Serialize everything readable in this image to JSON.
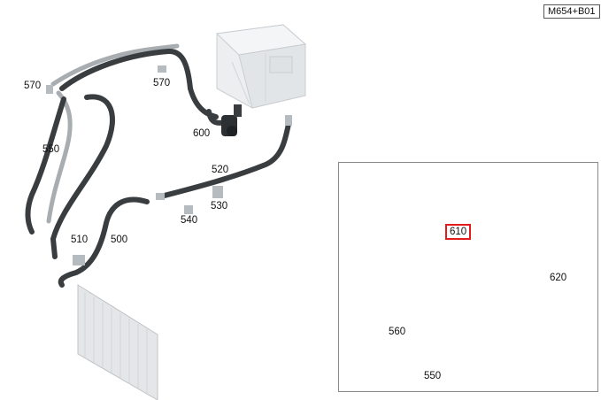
{
  "diagram": {
    "reference_code": "M654+B01",
    "main_labels": {
      "p570_left": "570",
      "p570_top": "570",
      "p550": "550",
      "p600": "600",
      "p520": "520",
      "p540": "540",
      "p530": "530",
      "p510": "510",
      "p500": "500"
    },
    "inset_labels": {
      "p610": "610",
      "p620": "620",
      "p560": "560",
      "p550": "550"
    },
    "highlight": {
      "part": "610",
      "color": "#e31b1b"
    },
    "colors": {
      "hose": "#3a3d40",
      "pipe": "#a8adb2",
      "battery": "#e6e8ea",
      "radiator": "#dcdfe2"
    }
  }
}
